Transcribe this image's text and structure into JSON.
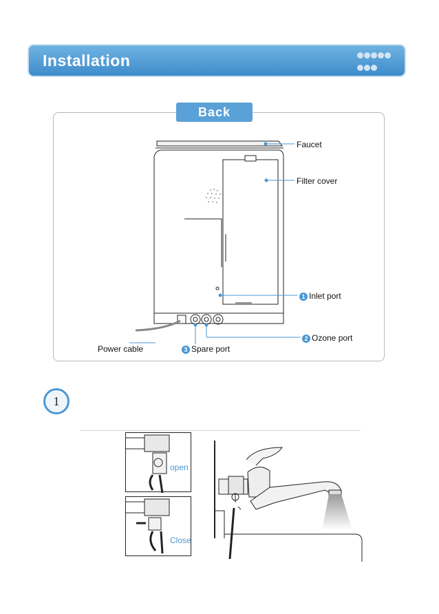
{
  "banner": {
    "title": "Installation"
  },
  "section": {
    "title": "Back"
  },
  "labels": {
    "faucet": "Faucet",
    "filter_cover": "Filter cover",
    "inlet_port": "Inlet port",
    "ozone_port": "Ozone port",
    "spare_port": "Spare port",
    "power_cable": "Power cable"
  },
  "port_numbers": {
    "inlet": "1",
    "ozone": "2",
    "spare": "3"
  },
  "step": {
    "number": "1"
  },
  "valve": {
    "open_label": "open",
    "close_label": "Close"
  },
  "colors": {
    "accent": "#4a97d4",
    "banner": "#5aa1d8"
  }
}
